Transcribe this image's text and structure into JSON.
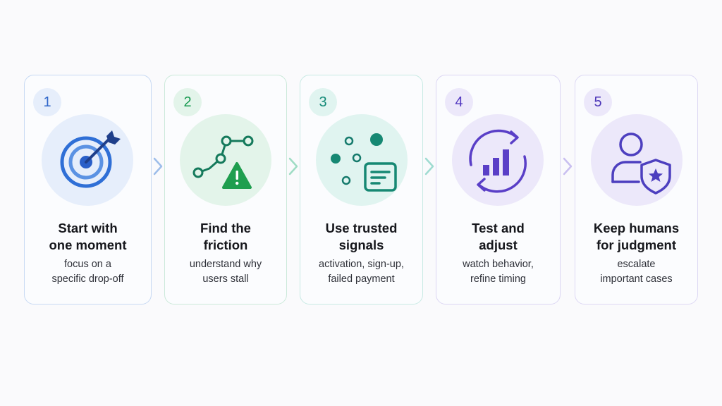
{
  "steps": [
    {
      "number": "1",
      "title_line1": "Start with",
      "title_line2": "one moment",
      "desc_line1": "focus on a",
      "desc_line2": "specific drop-off",
      "icon": "target-arrow-icon",
      "accent": "#2f6fd6"
    },
    {
      "number": "2",
      "title_line1": "Find the",
      "title_line2": "friction",
      "desc_line1": "understand why",
      "desc_line2": "users stall",
      "icon": "path-warning-icon",
      "accent": "#16a15b"
    },
    {
      "number": "3",
      "title_line1": "Use trusted",
      "title_line2": "signals",
      "desc_line1": "activation, sign-up,",
      "desc_line2": "failed payment",
      "icon": "signals-document-icon",
      "accent": "#14917e"
    },
    {
      "number": "4",
      "title_line1": "Test and",
      "title_line2": "adjust",
      "desc_line1": "watch behavior,",
      "desc_line2": "refine timing",
      "icon": "refresh-chart-icon",
      "accent": "#5a3fc7"
    },
    {
      "number": "5",
      "title_line1": "Keep humans",
      "title_line2": "for judgment",
      "desc_line1": "escalate",
      "desc_line2": "important cases",
      "icon": "person-shield-icon",
      "accent": "#4d3fbf"
    }
  ]
}
